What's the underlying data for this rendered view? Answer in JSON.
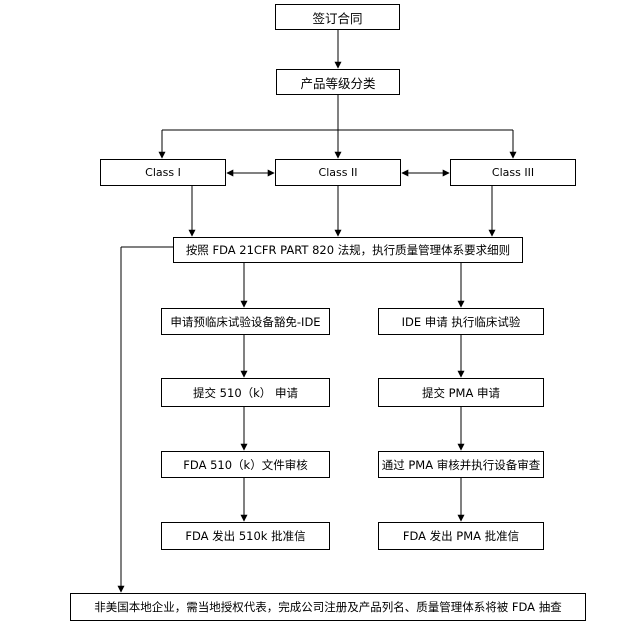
{
  "flow": {
    "sign_contract": "签订合同",
    "classify": "产品等级分类",
    "class_1": "Class I",
    "class_2": "Class II",
    "class_3": "Class III",
    "qsr": "按照 FDA 21CFR PART 820 法规，执行质量管理体系要求细则",
    "ide_exempt": "申请预临床试验设备豁免-IDE",
    "submit_510k": "提交 510（k） 申请",
    "review_510k": "FDA 510（k）文件审核",
    "approve_510k": "FDA 发出 510k 批准信",
    "ide_trial": "IDE 申请 执行临床试验",
    "submit_pma": "提交 PMA 申请",
    "review_pma": "通过 PMA 审核并执行设备审查",
    "approve_pma": "FDA 发出 PMA 批准信",
    "foreign_note": "非美国本地企业，需当地授权代表，完成公司注册及产品列名、质量管理体系将被 FDA 抽查"
  }
}
